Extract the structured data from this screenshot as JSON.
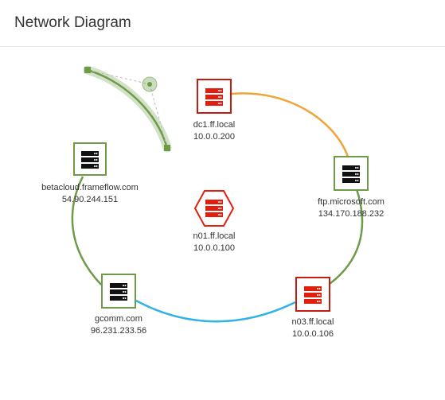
{
  "header": {
    "title": "Network Diagram"
  },
  "colors": {
    "ok": "#6e9b48",
    "error": "#c61c10",
    "error_fill": "#e21f0f",
    "warning": "#f0a43a",
    "link_blue": "#2fb2e8",
    "link_green": "#6e9b48",
    "server_black": "#111111"
  },
  "nodes": [
    {
      "id": "dc1",
      "name": "dc1.ff.local",
      "ip": "10.0.0.200",
      "status": "error",
      "shape": "square",
      "icon": "server-icon"
    },
    {
      "id": "ftp",
      "name": "ftp.microsoft.com",
      "ip": "134.170.188.232",
      "status": "ok",
      "shape": "square",
      "icon": "server-icon"
    },
    {
      "id": "n03",
      "name": "n03.ff.local",
      "ip": "10.0.0.106",
      "status": "error",
      "shape": "square",
      "icon": "server-icon"
    },
    {
      "id": "gcomm",
      "name": "gcomm.com",
      "ip": "96.231.233.56",
      "status": "ok",
      "shape": "square",
      "icon": "server-icon"
    },
    {
      "id": "beta",
      "name": "betacloud.frameflow.com",
      "ip": "54.90.244.151",
      "status": "ok",
      "shape": "square",
      "icon": "server-icon"
    },
    {
      "id": "n01",
      "name": "n01.ff.local",
      "ip": "10.0.0.100",
      "status": "error",
      "shape": "hexagon",
      "icon": "server-icon"
    }
  ],
  "links": [
    {
      "from": "dc1",
      "to": "ftp",
      "color": "warning"
    },
    {
      "from": "ftp",
      "to": "n03",
      "color": "green"
    },
    {
      "from": "n03",
      "to": "gcomm",
      "color": "blue"
    },
    {
      "from": "gcomm",
      "to": "beta",
      "color": "green"
    }
  ]
}
